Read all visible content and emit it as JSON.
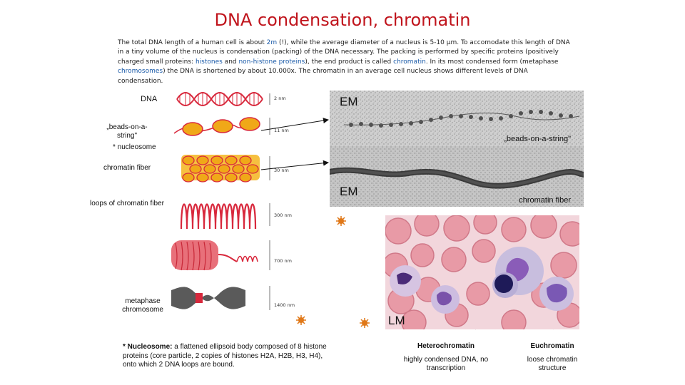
{
  "title": "DNA condensation, chromatin",
  "intro": {
    "p1": "The total DNA length of a human cell is about ",
    "h1": "2m",
    "p2": " (!), while the average diameter of a nucleus is 5-10 µm. To accomodate this length of DNA in a tiny volume of the nucleus is condensation (packing) of the DNA necessary. The packing is performed by specific proteins (positively charged small proteins: ",
    "h2": "histones",
    "p3": " and ",
    "h3": "non-histone proteins",
    "p4": "), the end product is called ",
    "h4": "chromatin",
    "p5": ". In its most condensed form (metaphase ",
    "h5": "chromosomes",
    "p6": ") the DNA is shortened by about 10.000x. The chromatin in an average cell nucleus shows different levels of DNA condensation."
  },
  "diagram": {
    "label_dna": "DNA",
    "label_beads": "„beads-on-a-string\"",
    "label_nucleosome": "* nucleosome",
    "label_fiber": "chromatin fiber",
    "label_loops": "loops of chromatin fiber",
    "label_metaphase": "metaphase chromosome",
    "scale_2nm": "2 nm",
    "scale_11nm": "11 nm",
    "scale_30nm": "30 nm",
    "scale_300nm": "300 nm",
    "scale_700nm": "700 nm",
    "scale_1400nm": "1400 nm"
  },
  "em": {
    "top_label": "EM",
    "top_caption": "„beads-on-a-string\"",
    "bottom_label": "EM",
    "bottom_caption": "chromatin fiber"
  },
  "lm": {
    "label": "LM",
    "hetero_title": "Heterochromatin",
    "hetero_desc": "highly condensed DNA, no transcription",
    "eu_title": "Euchromatin",
    "eu_desc": "loose chromatin structure"
  },
  "footnote": {
    "term": "* Nucleosome:",
    "text": " a flattened ellipsoid body composed of 8 histone proteins (core particle, 2 copies of histones H2A, H2B, H3, H4), onto which 2 DNA loops are bound."
  },
  "colors": {
    "title": "#c0141c",
    "highlight": "#1a5aa8",
    "dna": "#d8283c",
    "histone": "#f0a818",
    "marker": "#e07818"
  }
}
